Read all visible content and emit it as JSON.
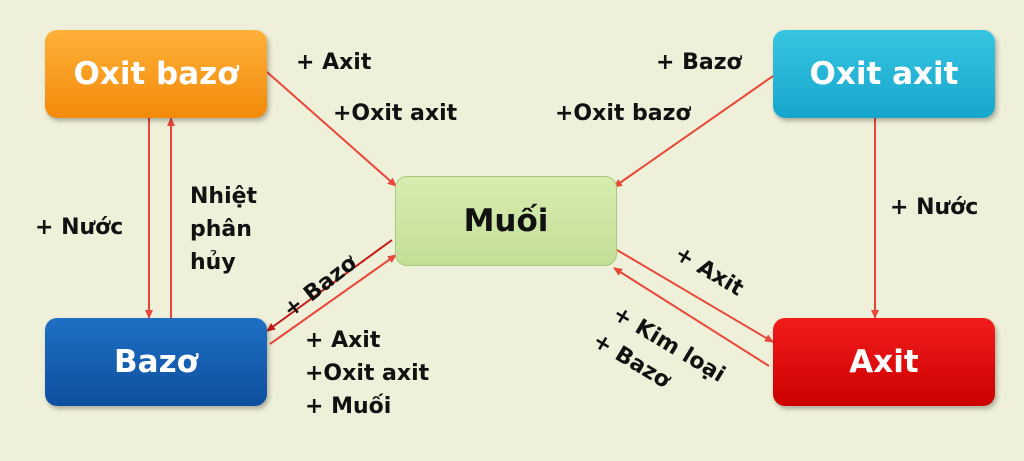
{
  "nodes": {
    "oxit_bazo": "Oxit bazơ",
    "oxit_axit": "Oxit axit",
    "muoi": "Muối",
    "bazo": "Bazơ",
    "axit": "Axit"
  },
  "labels": {
    "ob_to_muoi_1": "+ Axit",
    "ob_to_muoi_2": "+Oxit axit",
    "oa_to_muoi_1": "+ Bazơ",
    "oa_to_muoi_2": "+Oxit bazơ",
    "ob_to_bazo": "+ Nước",
    "bazo_to_ob": "Nhiệt phân hủy",
    "oa_to_axit": "+ Nước",
    "muoi_to_bazo": "+ Bazơ",
    "bazo_to_muoi": [
      "+ Axit",
      "+Oxit axit",
      "+ Muối"
    ],
    "muoi_to_axit": "+ Axit",
    "axit_to_muoi_1": "+ Kim loại",
    "axit_to_muoi_2": "+ Bazơ"
  },
  "colors": {
    "arrow": "#e8473a",
    "background": "#eff0d9"
  }
}
